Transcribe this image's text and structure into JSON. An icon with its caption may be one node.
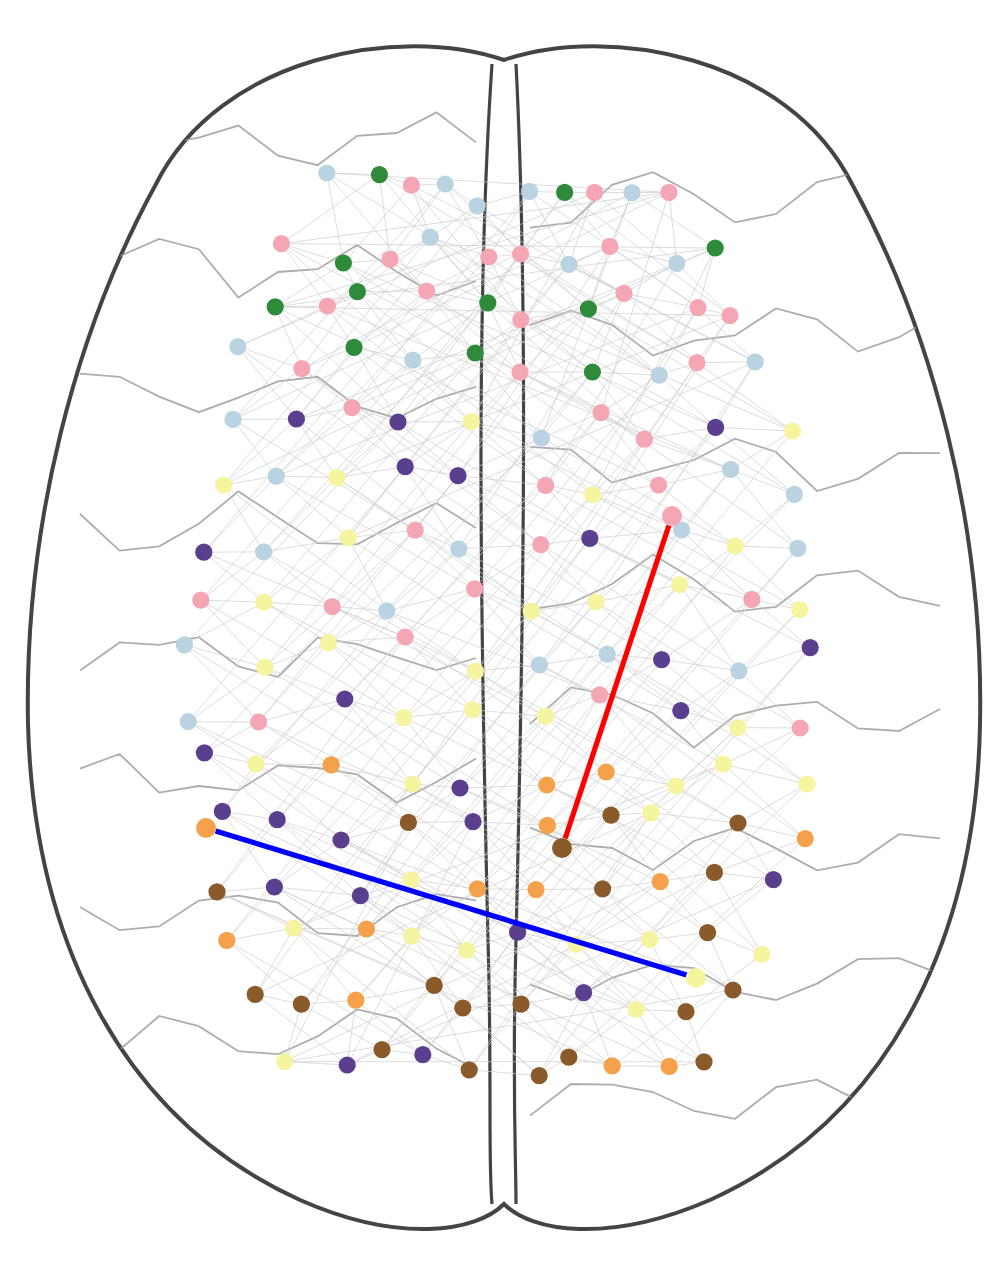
{
  "diagram": {
    "nodes": [
      {
        "text": [],
        "shape": "circle"
      },
      {
        "text": [],
        "shape": "circle"
      },
      {
        "text": [],
        "shape": "circle"
      },
      {
        "text": [],
        "shape": "circle"
      }
    ],
    "edges": [
      {
        "from": 0,
        "to": 2,
        "arrow": "none",
        "color": "#ff0000"
      },
      {
        "from": 1,
        "to": 3,
        "arrow": "none",
        "color": "#0000ff"
      }
    ]
  }
}
